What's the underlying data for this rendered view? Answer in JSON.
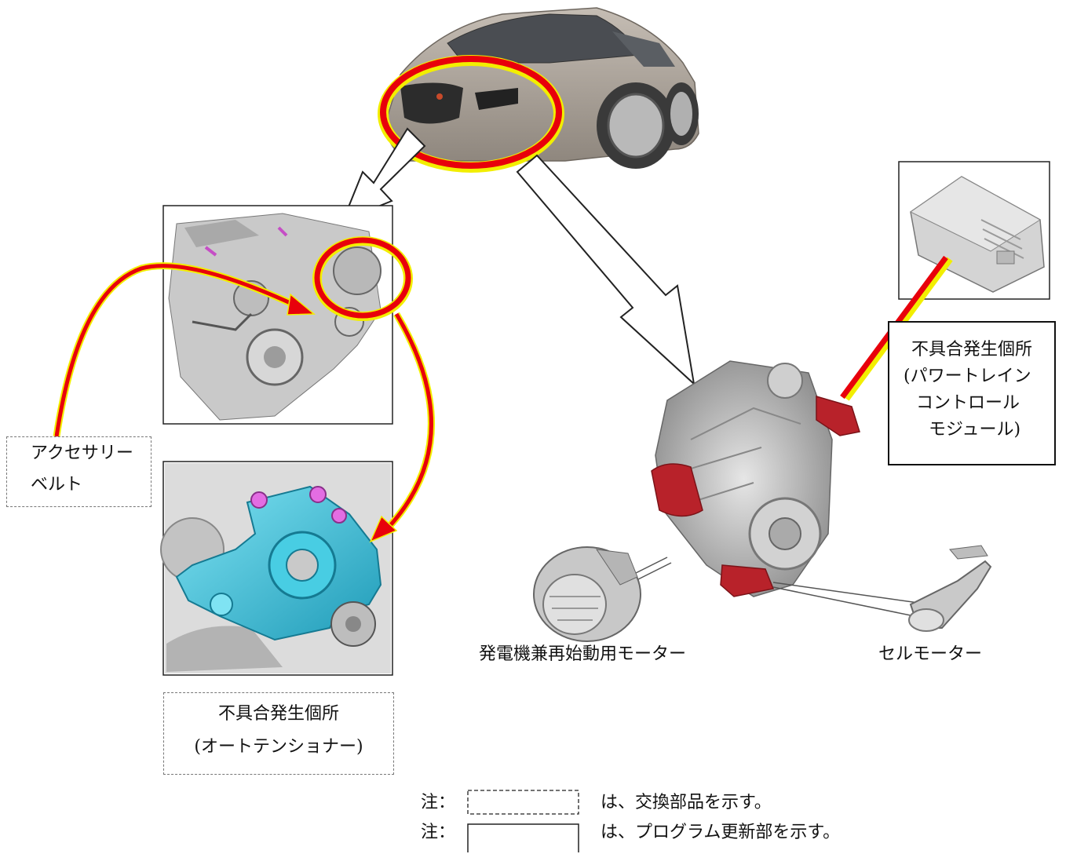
{
  "labels": {
    "accessory_belt": [
      "アクセサリー",
      "ベルト"
    ],
    "fault_tensioner": [
      "不具合発生個所",
      "(オートテンショナー)"
    ],
    "fault_pcm": [
      "不具合発生個所",
      "(パワートレイン",
      "コントロール",
      "モジュール)"
    ],
    "generator_motor": "発電機兼再始動用モーター",
    "starter_motor": "セルモーター"
  },
  "legend": {
    "dashed_prefix": "注：",
    "dashed_text": "は、交換部品を示す。",
    "solid_prefix": "注：",
    "solid_text": "は、プログラム更新部を示す。"
  },
  "colors": {
    "highlight_red": "#e8000b",
    "highlight_yellow": "#f2ee00",
    "part_red": "#b8222a",
    "tensioner_cyan": "#3cc4dc",
    "bolt_magenta": "#e36de3",
    "car_body": "#a69d93"
  }
}
